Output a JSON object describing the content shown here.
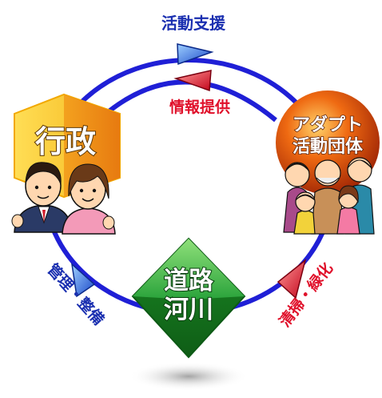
{
  "title_top": "活動支援",
  "title_info": "情報提供",
  "gyosei": "行政",
  "adopt_line1": "アダプト",
  "adopt_line2": "活動団体",
  "road_line1": "道路",
  "road_line2": "河川",
  "left_label": "管理・整備",
  "right_label": "清掃・緑化",
  "colors": {
    "ring": "#1f1fd6",
    "blue_text": "#1a2fb0",
    "red_text": "#e0102a",
    "hex_yellow": "#f6c21a",
    "hex_orange": "#f08a12",
    "diamond_green": "#1f9a2a",
    "adopt_red": "#c9390d"
  },
  "icons": [
    "blue-arrow-icon",
    "red-arrow-icon",
    "official-people-icon",
    "family-group-icon"
  ]
}
